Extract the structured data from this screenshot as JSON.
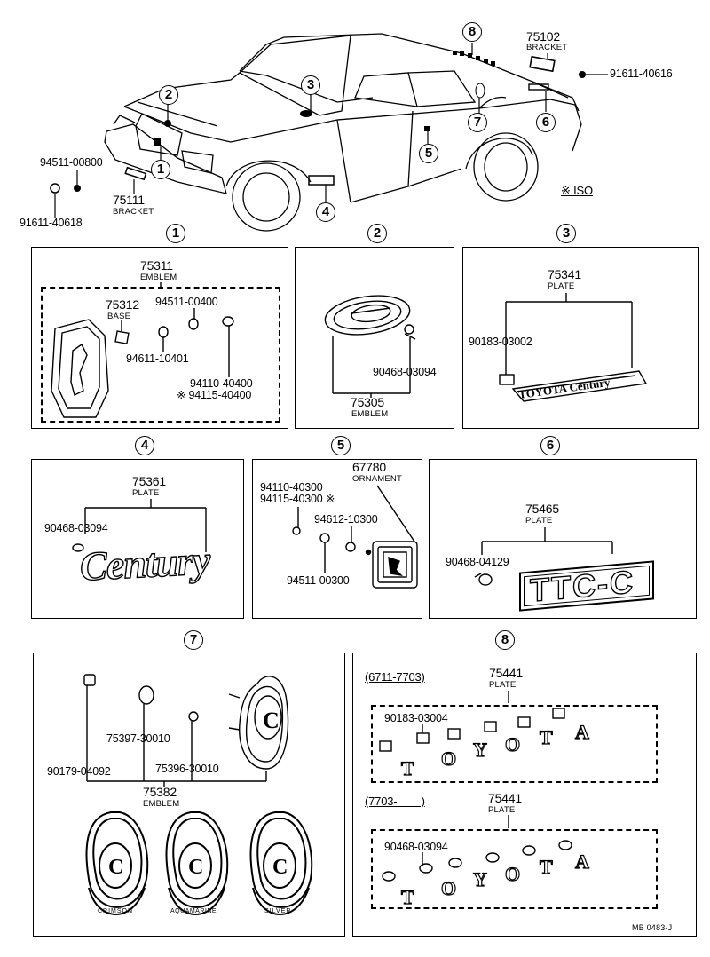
{
  "overview": {
    "callouts": [
      "1",
      "2",
      "3",
      "4",
      "5",
      "6",
      "7",
      "8"
    ],
    "parts": [
      {
        "number": "94511-00800",
        "name": ""
      },
      {
        "number": "91611-40618",
        "name": ""
      },
      {
        "number": "75111",
        "name": "BRACKET"
      },
      {
        "number": "75102",
        "name": "BRACKET"
      },
      {
        "number": "91611-40616",
        "name": ""
      }
    ],
    "legend": "※ ISO"
  },
  "panels": [
    {
      "id": "1",
      "assembly": {
        "number": "75311",
        "name": "EMBLEM"
      },
      "parts": [
        {
          "number": "75312",
          "name": "BASE"
        },
        {
          "number": "94511-00400",
          "name": ""
        },
        {
          "number": "94611-10401",
          "name": ""
        },
        {
          "number": "94110-40400",
          "name": ""
        },
        {
          "number": "※ 94115-40400",
          "name": ""
        }
      ]
    },
    {
      "id": "2",
      "assembly": {
        "number": "75305",
        "name": "EMBLEM"
      },
      "parts": [
        {
          "number": "90468-03094",
          "name": ""
        }
      ]
    },
    {
      "id": "3",
      "assembly": {
        "number": "75341",
        "name": "PLATE"
      },
      "parts": [
        {
          "number": "90183-03002",
          "name": ""
        }
      ]
    },
    {
      "id": "4",
      "assembly": {
        "number": "75361",
        "name": "PLATE"
      },
      "parts": [
        {
          "number": "90468-03094",
          "name": ""
        }
      ],
      "script_text": "Century"
    },
    {
      "id": "5",
      "assembly": {
        "number": "67780",
        "name": "ORNAMENT"
      },
      "parts": [
        {
          "number": "94110-40300",
          "name": ""
        },
        {
          "number": "94115-40300 ※",
          "name": ""
        },
        {
          "number": "94612-10300",
          "name": ""
        },
        {
          "number": "94511-00300",
          "name": ""
        }
      ]
    },
    {
      "id": "6",
      "assembly": {
        "number": "75465",
        "name": "PLATE"
      },
      "parts": [
        {
          "number": "90468-04129",
          "name": ""
        }
      ],
      "plate_text": "TTC-C"
    },
    {
      "id": "7",
      "assembly": {
        "number": "75382",
        "name": "EMBLEM"
      },
      "parts": [
        {
          "number": "90179-04092",
          "name": ""
        },
        {
          "number": "75397-30010",
          "name": ""
        },
        {
          "number": "75396-30010",
          "name": ""
        }
      ],
      "variants": [
        "CRIMSON",
        "AQUAMARINE",
        "SILVER"
      ]
    },
    {
      "id": "8",
      "groups": [
        {
          "period": "(6711-7703)",
          "assembly": {
            "number": "75441",
            "name": "PLATE"
          },
          "parts": [
            {
              "number": "90183-03004"
            }
          ]
        },
        {
          "period": "(7703-        )",
          "assembly": {
            "number": "75441",
            "name": "PLATE"
          },
          "parts": [
            {
              "number": "90468-03094"
            }
          ]
        }
      ]
    }
  ],
  "footer": {
    "code": "MB 0483-J"
  }
}
